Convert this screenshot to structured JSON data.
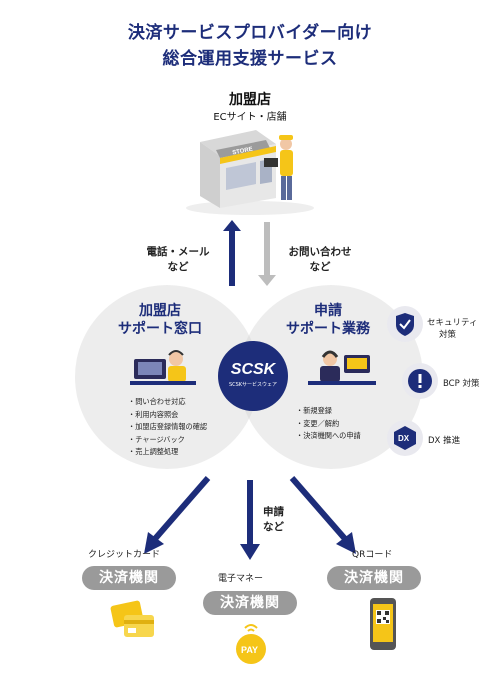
{
  "title": {
    "line1": "決済サービスプロバイダー向け",
    "line2": "総合運用支援サービス"
  },
  "merchant": {
    "name": "加盟店",
    "subtitle": "ECサイト・店舗",
    "store_sign": "STORE"
  },
  "arrows": {
    "up_label_1": "電話・メール",
    "up_label_2": "など",
    "down_label_1": "お問い合わせ",
    "down_label_2": "など",
    "apply_label_1": "申請",
    "apply_label_2": "など"
  },
  "left_circle": {
    "title_1": "加盟店",
    "title_2": "サポート窓口",
    "items": [
      "問い合わせ対応",
      "利用内容照会",
      "加盟店登録情報の確認",
      "チャージバック",
      "売上調整処理"
    ]
  },
  "right_circle": {
    "title_1": "申請",
    "title_2": "サポート業務",
    "items": [
      "新規登録",
      "変更／解約",
      "決済機関への申請"
    ]
  },
  "logo": {
    "name": "SCSK",
    "tagline": "SCSKサービスウェア"
  },
  "side_items": [
    {
      "label_1": "セキュリティ",
      "label_2": "対策",
      "icon": "shield-check-icon"
    },
    {
      "label_1": "BCP 対策",
      "label_2": "",
      "icon": "warning-icon"
    },
    {
      "label_1": "DX 推進",
      "label_2": "",
      "icon": "dx-icon"
    }
  ],
  "dx_icon_text": "DX",
  "institutions": [
    {
      "type": "クレジットカード",
      "label": "決済機関"
    },
    {
      "type": "電子マネー",
      "label": "決済機関"
    },
    {
      "type": "QRコード",
      "label": "決済機関"
    }
  ],
  "pay_text": "PAY",
  "colors": {
    "navy": "#1d2d7a",
    "gray_circle": "#ececec",
    "pill": "#9a9a9a",
    "yellow": "#f5c518"
  }
}
